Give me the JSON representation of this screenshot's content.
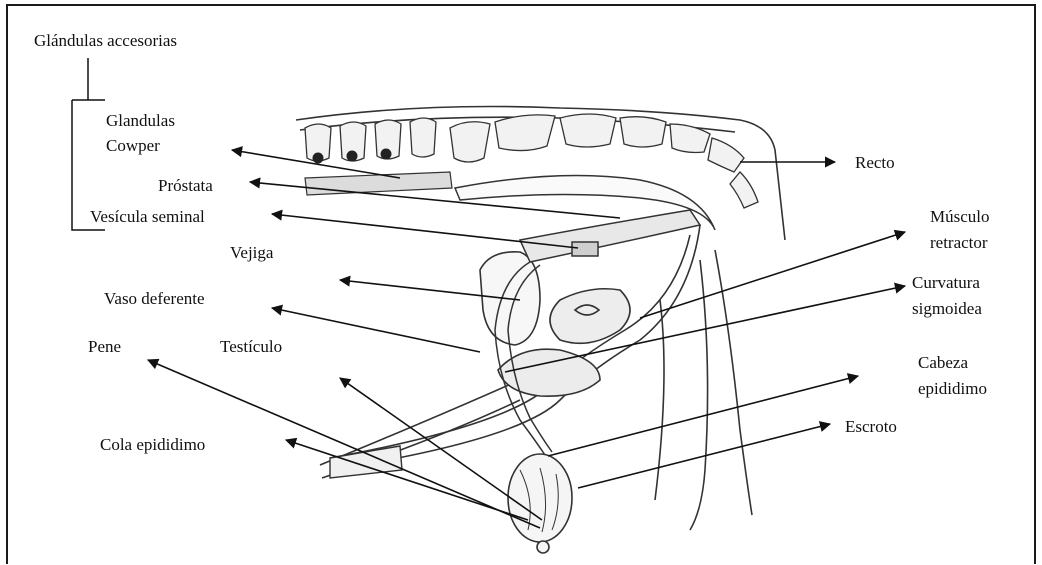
{
  "title": "Glándulas accesorias",
  "labels": {
    "glandulas_cowper_1": "Glandulas",
    "glandulas_cowper_2": "Cowper",
    "prostata": "Próstata",
    "vesicula_seminal": "Vesícula seminal",
    "vejiga": "Vejiga",
    "vaso_deferente": "Vaso deferente",
    "pene": "Pene",
    "testiculo": "Testículo",
    "cola_epididimo": "Cola epididimo",
    "recto": "Recto",
    "musculo_retractor_1": "Músculo",
    "musculo_retractor_2": "retractor",
    "curvatura_sigmoidea_1": "Curvatura",
    "curvatura_sigmoidea_2": "sigmoidea",
    "cabeza_epididimo_1": "Cabeza",
    "cabeza_epididimo_2": "epididimo",
    "escroto": "Escroto"
  }
}
